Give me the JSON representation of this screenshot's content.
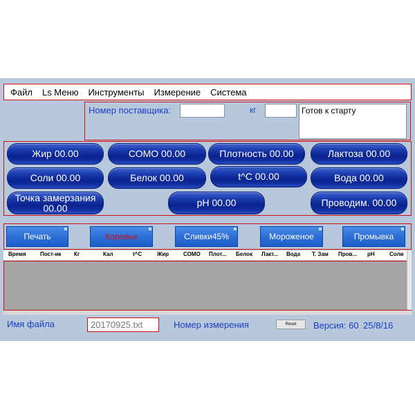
{
  "menu": [
    "Файл",
    "Ls Меню",
    "Инструменты",
    "Измерение",
    "Система"
  ],
  "supplier": {
    "label": "Номер поставщика:",
    "value": "",
    "kg_label": "кг",
    "kg_value": ""
  },
  "status_text": "Готов к старту",
  "measurements": {
    "fat": "Жир 00.00",
    "somo": "СОМО 00.00",
    "density": "Плотность 00.00",
    "lactose": "Лактоза 00.00",
    "salts": "Соли 00.00",
    "protein": "Белок 00.00",
    "temp": "t^C 00.00",
    "water": "Вода 00.00",
    "freezing_line1": "Точка замерзания",
    "freezing_line2": "00.00",
    "ph": "pH 00.00",
    "conductivity": "Проводим. 00.00"
  },
  "actions": [
    "Печать",
    "Коровье",
    "Сливки45%",
    "Мороженое",
    "Промывка"
  ],
  "table": {
    "columns": [
      "Время",
      "Пост-ик",
      "Кг",
      "Кал",
      "t^C",
      "Жир",
      "СОМО",
      "Плот...",
      "Белок",
      "Лакт...",
      "Вода",
      "Т. Зам",
      "Пров...",
      "pH",
      "Соли"
    ],
    "rows": []
  },
  "footer": {
    "file_label": "Имя файла",
    "file_value": "20170925.txt",
    "measurement_label": "Номер измерения",
    "reset_label": "Reset",
    "version": "Версия: 60",
    "date": "25/8/16"
  },
  "colors": {
    "accent_blue": "#1a3ec8",
    "highlight_red": "#d01010",
    "panel_bg": "#b8c8dc"
  }
}
